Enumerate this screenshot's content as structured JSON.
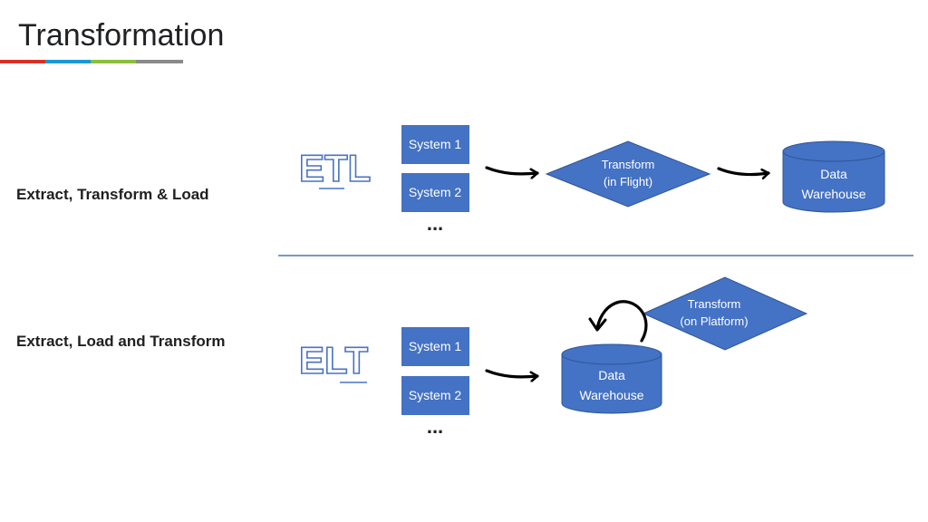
{
  "slide": {
    "title": "Transformation",
    "accent_colors": [
      "#d93025",
      "#1a9ad6",
      "#8bbf3c",
      "#8a8a8a"
    ]
  },
  "etl": {
    "label": "Extract, Transform & Load",
    "badge": "ETL",
    "systems": [
      "System 1",
      "System 2"
    ],
    "ellipsis": "...",
    "transform_line1": "Transform",
    "transform_line2": "(in Flight)",
    "warehouse_line1": "Data",
    "warehouse_line2": "Warehouse"
  },
  "elt": {
    "label": "Extract, Load and Transform",
    "badge": "ELT",
    "systems": [
      "System 1",
      "System 2"
    ],
    "ellipsis": "...",
    "transform_line1": "Transform",
    "transform_line2": "(on Platform)",
    "warehouse_line1": "Data",
    "warehouse_line2": "Warehouse"
  },
  "colors": {
    "shape_fill": "#4472c4",
    "shape_stroke": "#2f5597",
    "divider": "#2e5c9e",
    "arrow": "#000000"
  }
}
